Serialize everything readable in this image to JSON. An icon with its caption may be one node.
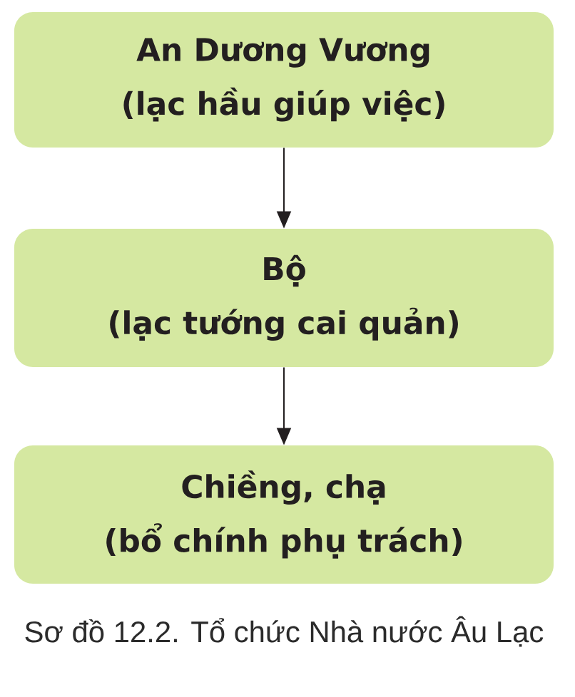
{
  "diagram": {
    "caption": "Sơ đồ 12.2. Tổ chức Nhà nước Âu Lạc",
    "nodes": [
      {
        "text": [
          "An Dương Vương",
          "(lạc hầu giúp việc)"
        ]
      },
      {
        "text": [
          "Bộ",
          "(lạc tướng cai quản)"
        ]
      },
      {
        "text": [
          "Chiềng, chạ",
          "(bổ chính phụ trách)"
        ]
      }
    ],
    "edges": [
      {
        "from": 0,
        "to": 1,
        "arrow": "to"
      },
      {
        "from": 1,
        "to": 2,
        "arrow": "to"
      }
    ]
  }
}
